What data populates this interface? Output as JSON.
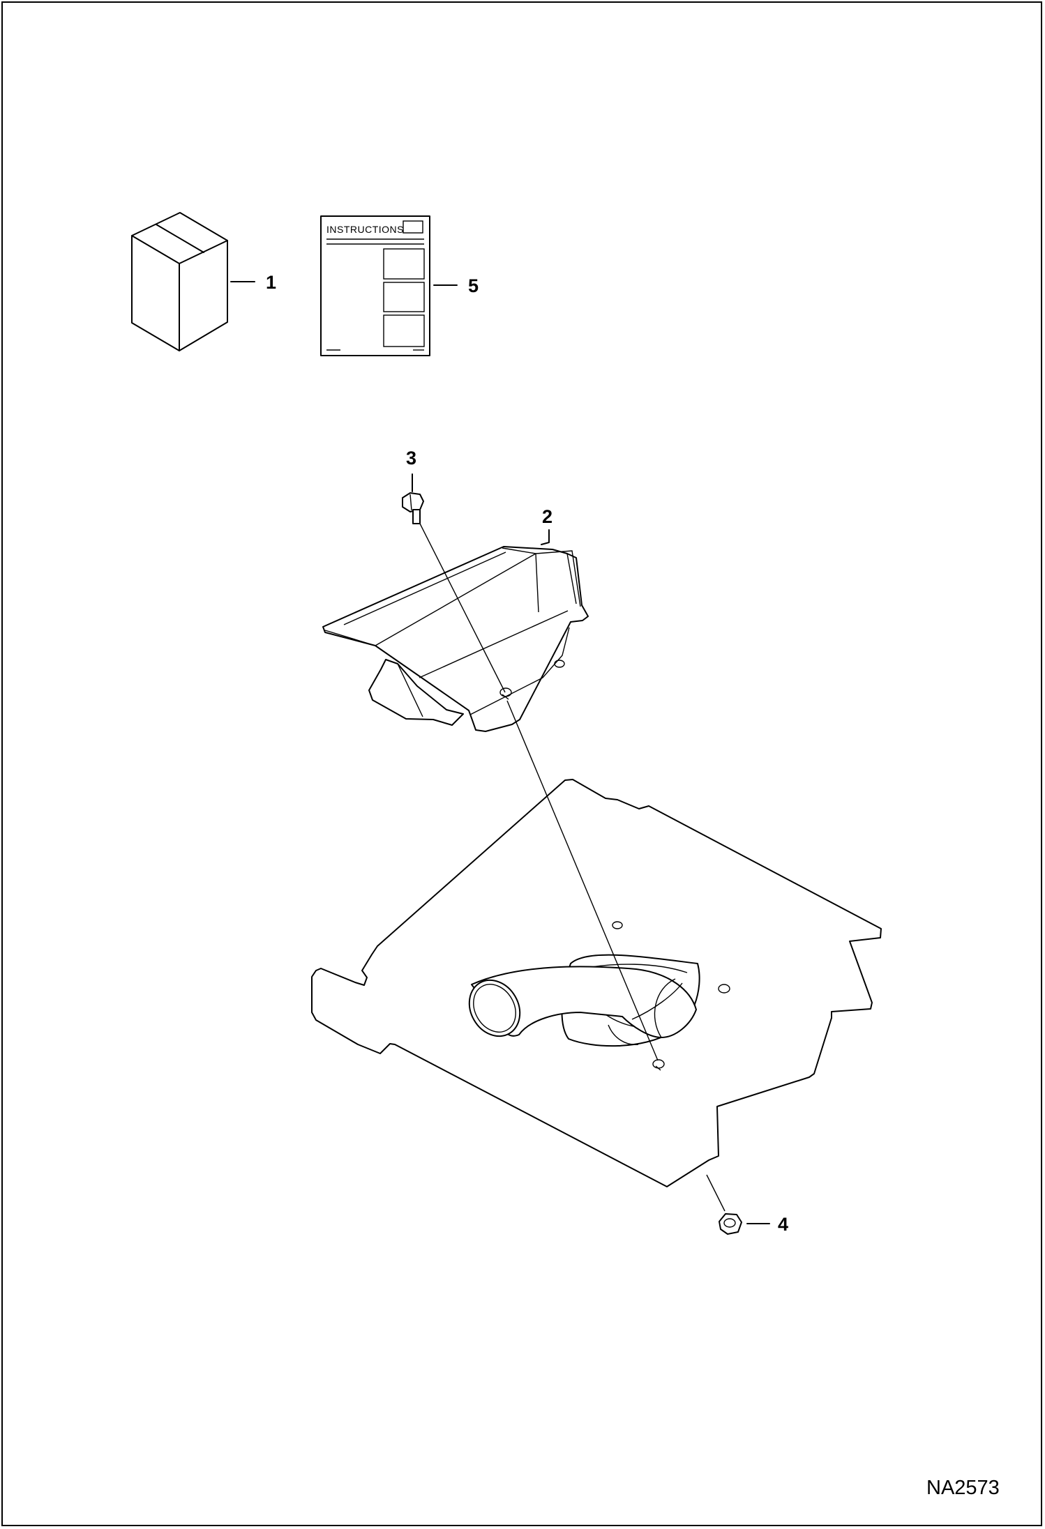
{
  "diagram": {
    "figure_id": "NA2573",
    "instruction_sheet_heading": "INSTRUCTIONS",
    "callouts": [
      {
        "label": "1",
        "item": "kit-box"
      },
      {
        "label": "2",
        "item": "shield"
      },
      {
        "label": "3",
        "item": "bolt"
      },
      {
        "label": "4",
        "item": "nut"
      },
      {
        "label": "5",
        "item": "instruction-sheet"
      }
    ]
  }
}
